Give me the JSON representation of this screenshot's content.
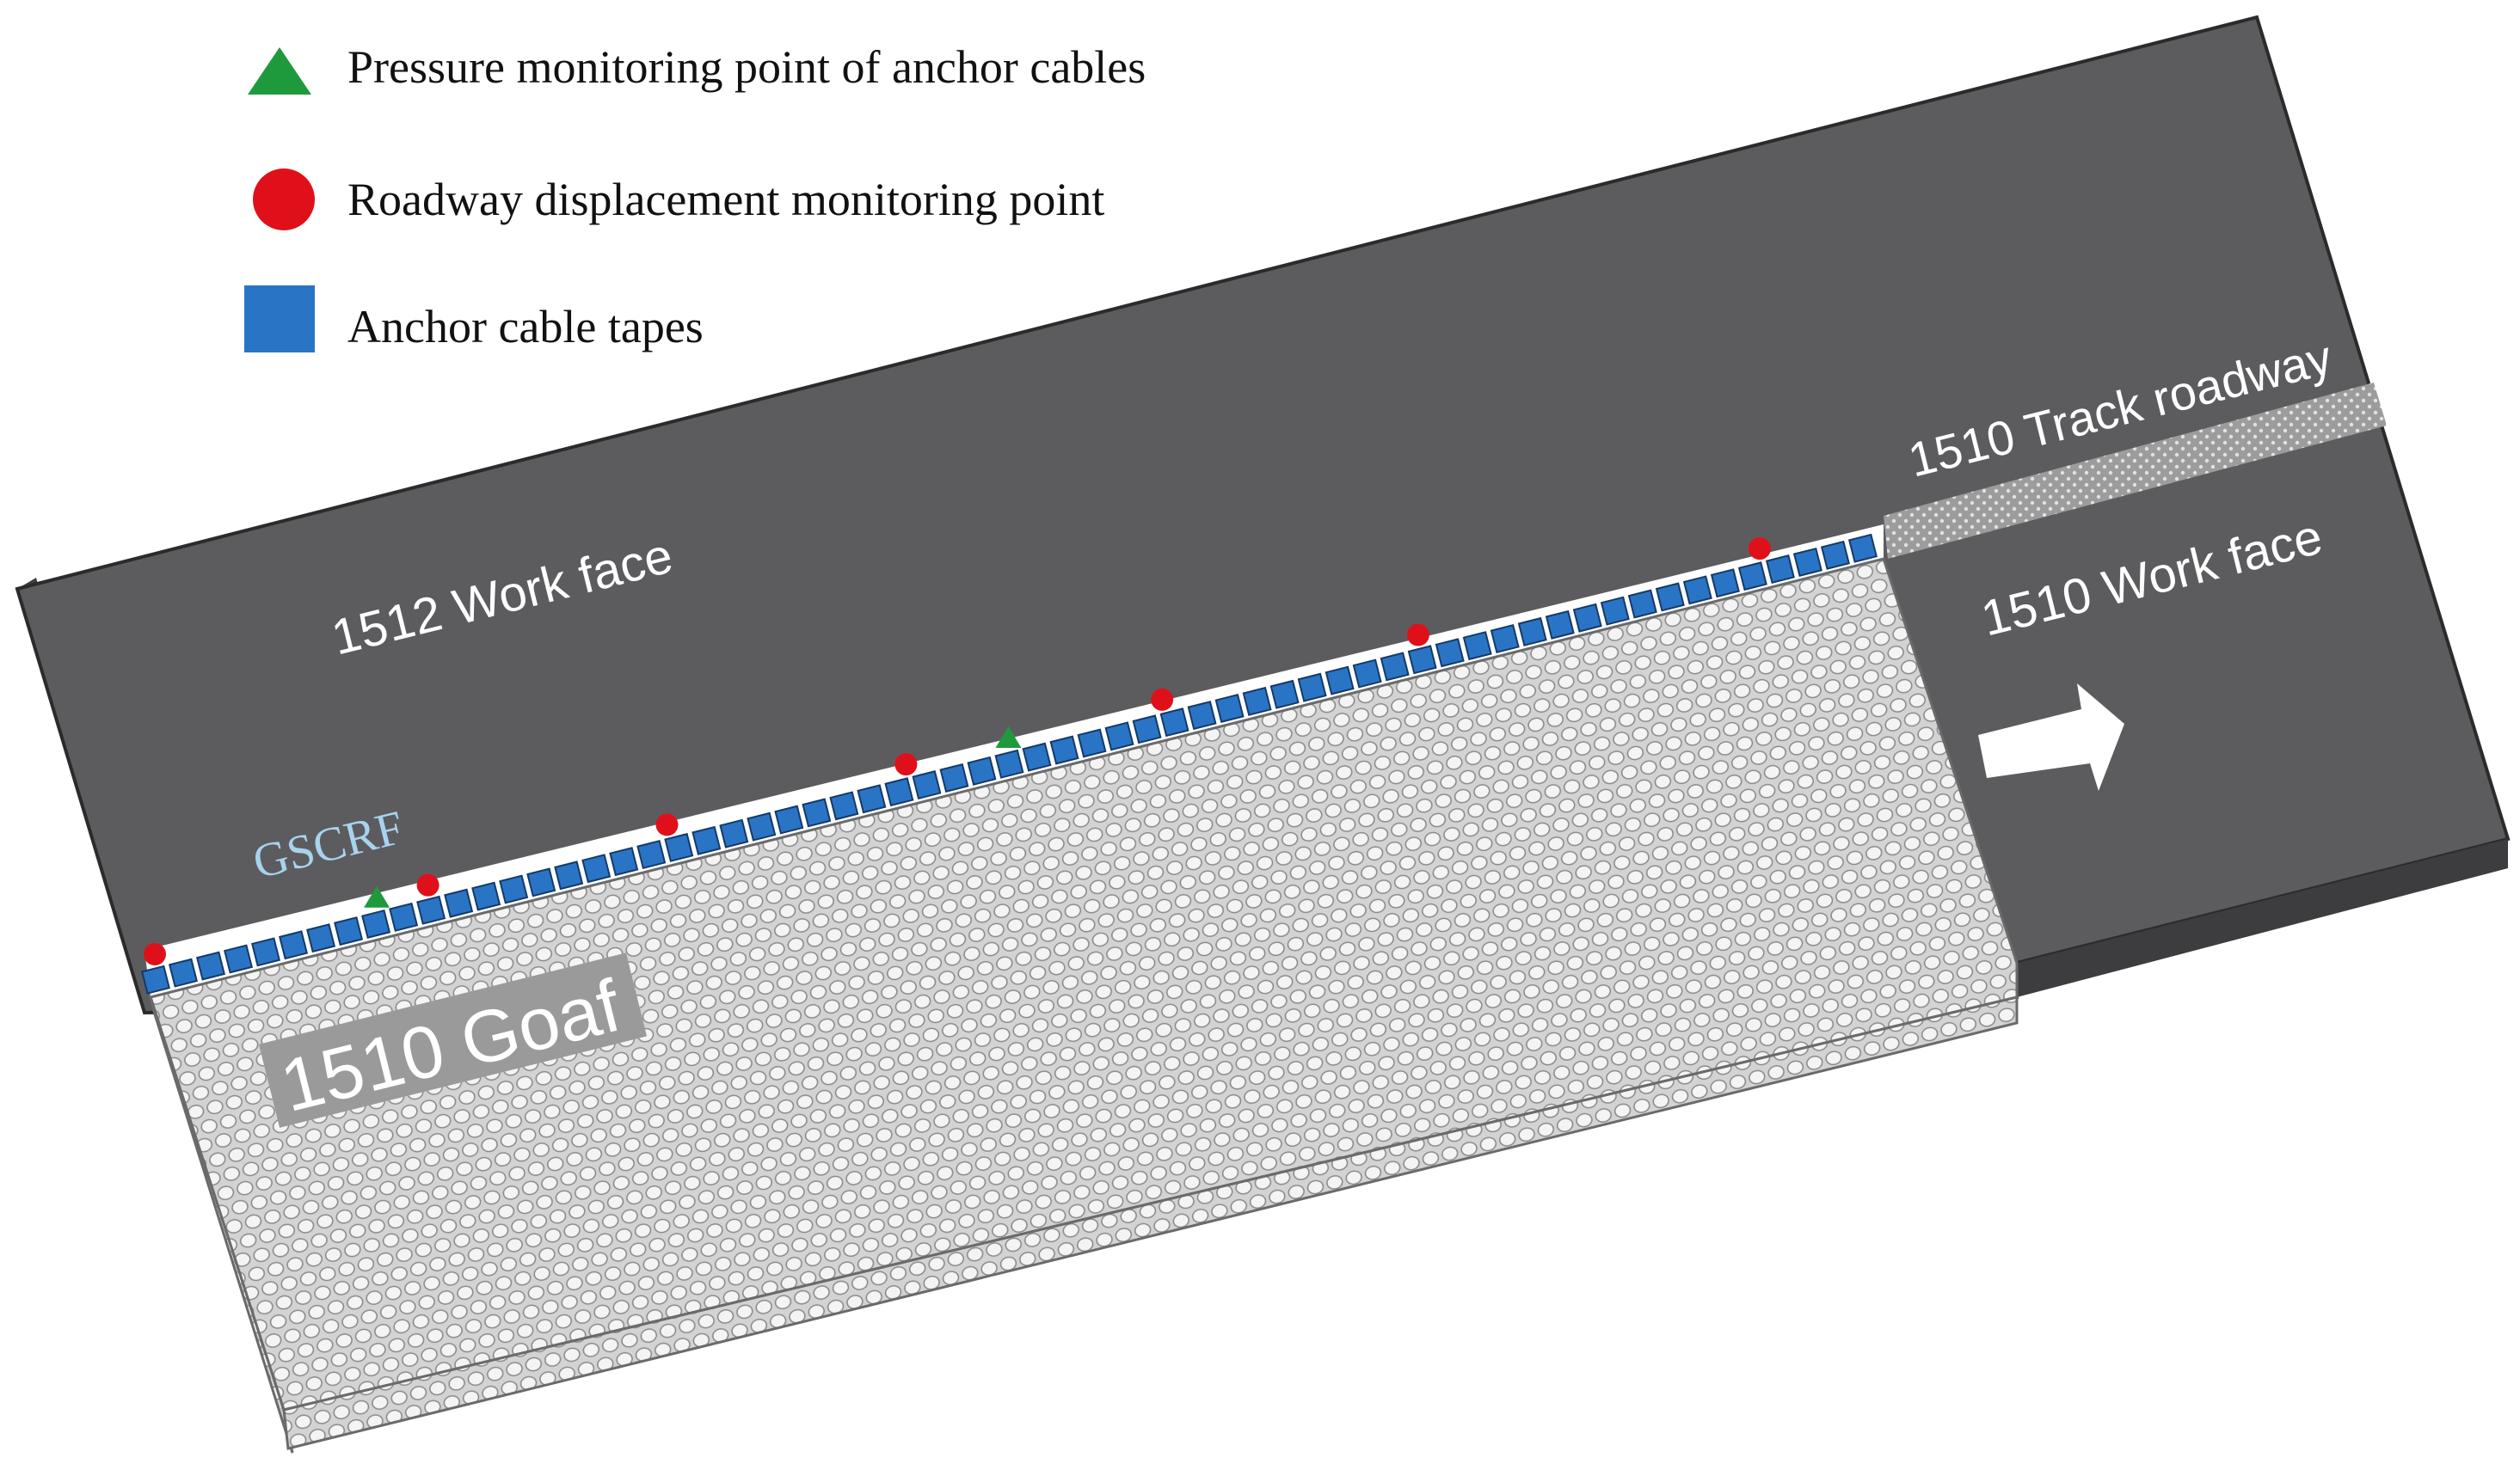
{
  "legend": {
    "items": [
      {
        "symbol": "triangle",
        "label": "Pressure monitoring point of anchor cables"
      },
      {
        "symbol": "circle",
        "label": "Roadway displacement monitoring point"
      },
      {
        "symbol": "square",
        "label": "Anchor cable tapes"
      }
    ]
  },
  "labels": {
    "work_face_1512": "1512 Work face",
    "track_roadway_1510": "1510 Track roadway",
    "work_face_1510": "1510 Work face",
    "gscrf": "GSCRF",
    "goaf_1510": "1510 Goaf"
  },
  "monitoring": {
    "pressure_points": [
      0.13,
      0.5
    ],
    "displacement_points": [
      0.0,
      0.16,
      0.3,
      0.44,
      0.59,
      0.74,
      0.94
    ],
    "cable_tape_count": 63
  },
  "icons": {
    "direction": "arrow-right-icon"
  },
  "colors": {
    "block_top": "#5c5c5f",
    "block_side": "#3d3d3f",
    "goaf_fill": "#d6d6d6",
    "goaf_side": "#cfcfcf",
    "cable_tape": "#2a74c6",
    "displacement_point": "#e0101a",
    "pressure_point": "#1e9a3c",
    "gscrf_text": "#a8d3ee",
    "goaf_label_bg": "#9a9a9a"
  }
}
